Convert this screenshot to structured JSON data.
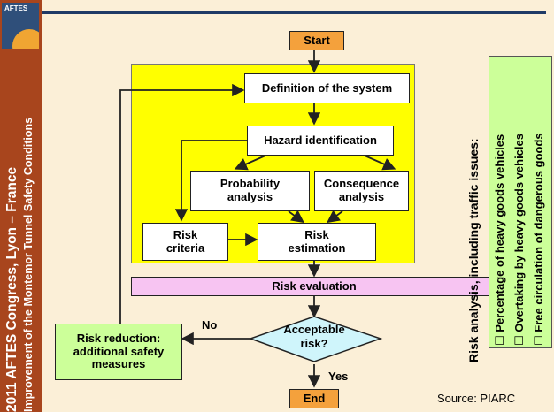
{
  "sidebar": {
    "logo": "AFTES",
    "line1": "2011 AFTES Congress, Lyon – France",
    "line2": "Improvement of the Montemor Tunnel Safety Conditions"
  },
  "flow": {
    "start": "Start",
    "definition": "Definition  of the system",
    "hazard": "Hazard identification",
    "probability": [
      "Probability",
      "analysis"
    ],
    "consequence": [
      "Consequence",
      "analysis"
    ],
    "criteria": [
      "Risk",
      "criteria"
    ],
    "estimation": [
      "Risk",
      "estimation"
    ],
    "evaluation": "Risk evaluation",
    "acceptable": [
      "Acceptable",
      "risk?"
    ],
    "reduction": [
      "Risk reduction:",
      "additional safety",
      "measures"
    ],
    "end": "End",
    "no_label": "No",
    "yes_label": "Yes"
  },
  "right_panel": {
    "title": "Risk analysis, including traffic issues:",
    "items": [
      "Percentage of heavy goods vehicles",
      "Overtaking by heavy goods vehicles",
      "Free circulation of dangerous goods"
    ],
    "checkbox_glyph": "☐"
  },
  "source": "Source: PIARC",
  "colors": {
    "sidebar": "#a8451d",
    "background": "#fbefd7",
    "process_panel": "#ffff00",
    "start_end": "#f4a13c",
    "evaluation": "#f7c4f2",
    "decision": "#cff5fb",
    "green": "#ccff99"
  }
}
